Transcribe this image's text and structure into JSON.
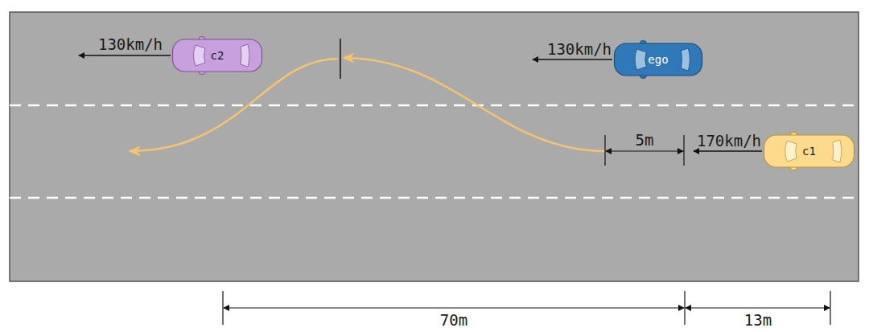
{
  "diagram": {
    "nodes": [
      {
        "text": [
          "c2"
        ]
      },
      {
        "text": [
          "ego"
        ]
      },
      {
        "text": [
          "c1"
        ]
      }
    ],
    "labels": [
      "130km/h",
      "130km/h",
      "170km/h",
      "5m",
      "70m",
      "13m"
    ]
  }
}
